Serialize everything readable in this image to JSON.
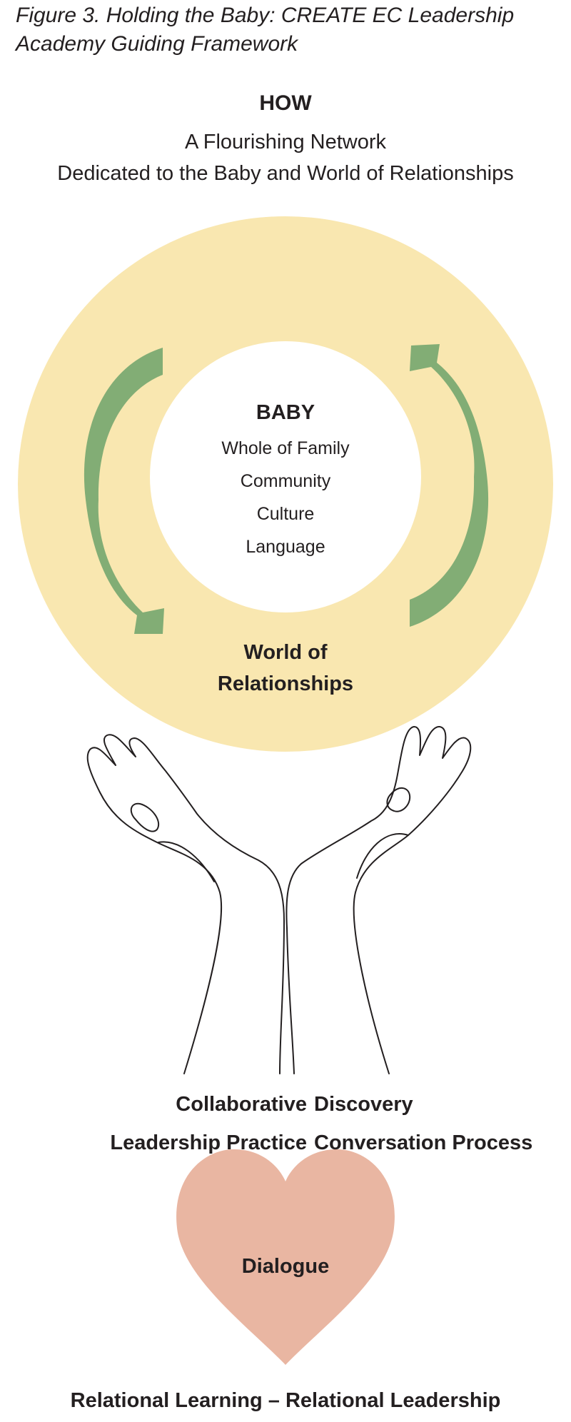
{
  "caption": "Figure 3. Holding the Baby: CREATE EC Leadership Academy Guiding Framework",
  "how": {
    "heading": "HOW",
    "lines": [
      "A Flourishing Network",
      "Dedicated to the Baby and World of Relationships"
    ]
  },
  "baby": {
    "heading": "BABY",
    "items": [
      "Whole of Family",
      "Community",
      "Culture",
      "Language"
    ]
  },
  "world": [
    "World of",
    "Relationships"
  ],
  "process": {
    "left": [
      "Collaborative",
      "Leadership Practice"
    ],
    "right": [
      "Discovery",
      "Conversation Process"
    ]
  },
  "heart_label": "Dialogue",
  "footer": "Relational Learning – Relational Leadership",
  "colors": {
    "ring": "#f9e7b0",
    "arrow": "#82ad75",
    "heart": "#e9b6a2",
    "text": "#231f20"
  }
}
